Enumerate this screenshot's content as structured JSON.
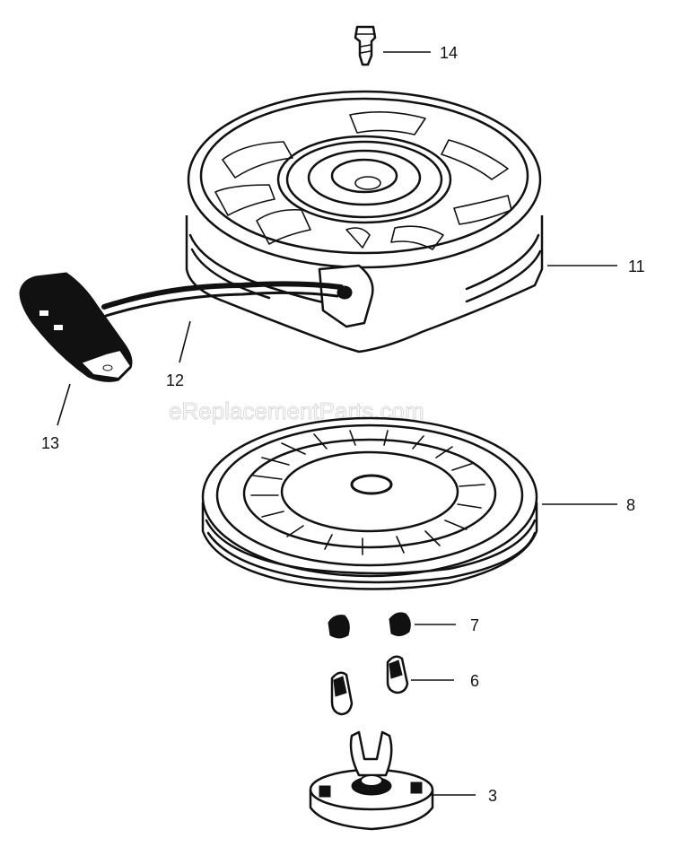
{
  "watermark": "eReplacementParts.com",
  "callouts": {
    "p14": "14",
    "p11": "11",
    "p12": "12",
    "p13": "13",
    "p8": "8",
    "p7": "7",
    "p6": "6",
    "p3": "3"
  }
}
